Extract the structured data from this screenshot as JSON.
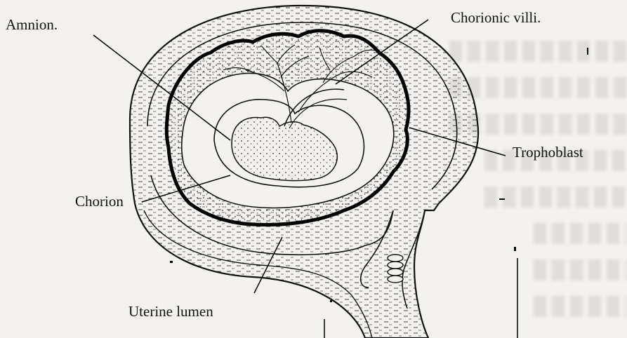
{
  "diagram": {
    "labels": {
      "amnion": "Amnion.",
      "chorionic_villi": "Chorionic villi.",
      "trophoblast": "Trophoblast",
      "chorion": "Chorion",
      "uterine_lumen": "Uterine lumen"
    }
  }
}
